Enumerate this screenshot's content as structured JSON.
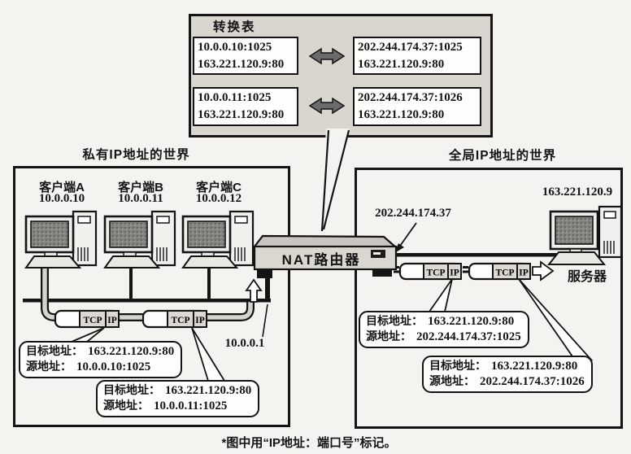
{
  "translation_table": {
    "title": "转换表",
    "rows": [
      {
        "private": [
          "10.0.0.10:1025",
          "163.221.120.9:80"
        ],
        "global": [
          "202.244.174.37:1025",
          "163.221.120.9:80"
        ]
      },
      {
        "private": [
          "10.0.0.11:1025",
          "163.221.120.9:80"
        ],
        "global": [
          "202.244.174.37:1026",
          "163.221.120.9:80"
        ]
      }
    ]
  },
  "private_world": {
    "title": "私有IP地址的世界",
    "clients": [
      {
        "name": "客户端A",
        "ip": "10.0.0.10"
      },
      {
        "name": "客户端B",
        "ip": "10.0.0.11"
      },
      {
        "name": "客户端C",
        "ip": "10.0.0.12"
      }
    ],
    "gateway_ip": "10.0.0.1",
    "packets": [
      {
        "dest_label": "目标地址：",
        "dest": "163.221.120.9:80",
        "src_label": "源地址：",
        "src": "10.0.0.10:1025"
      },
      {
        "dest_label": "目标地址：",
        "dest": "163.221.120.9:80",
        "src_label": "源地址：",
        "src": "10.0.0.11:1025"
      }
    ]
  },
  "global_world": {
    "title": "全局IP地址的世界",
    "nat_ip": "202.244.174.37",
    "server": {
      "name": "服务器",
      "ip": "163.221.120.9"
    },
    "packets": [
      {
        "dest_label": "目标地址：",
        "dest": "163.221.120.9:80",
        "src_label": "源地址：",
        "src": "202.244.174.37:1025"
      },
      {
        "dest_label": "目标地址：",
        "dest": "163.221.120.9:80",
        "src_label": "源地址：",
        "src": "202.244.174.37:1026"
      }
    ]
  },
  "router": {
    "label": "NAT路由器"
  },
  "packet": {
    "tcp": "TCP",
    "ip": "IP"
  },
  "figure": {
    "footnote": "*图中用“IP地址：端口号”标记。"
  },
  "colors": {
    "ink": "#141414",
    "table_bg": "#d9d6d0",
    "router_bg": "#dad7d1",
    "paper": "#f4f3f0"
  }
}
